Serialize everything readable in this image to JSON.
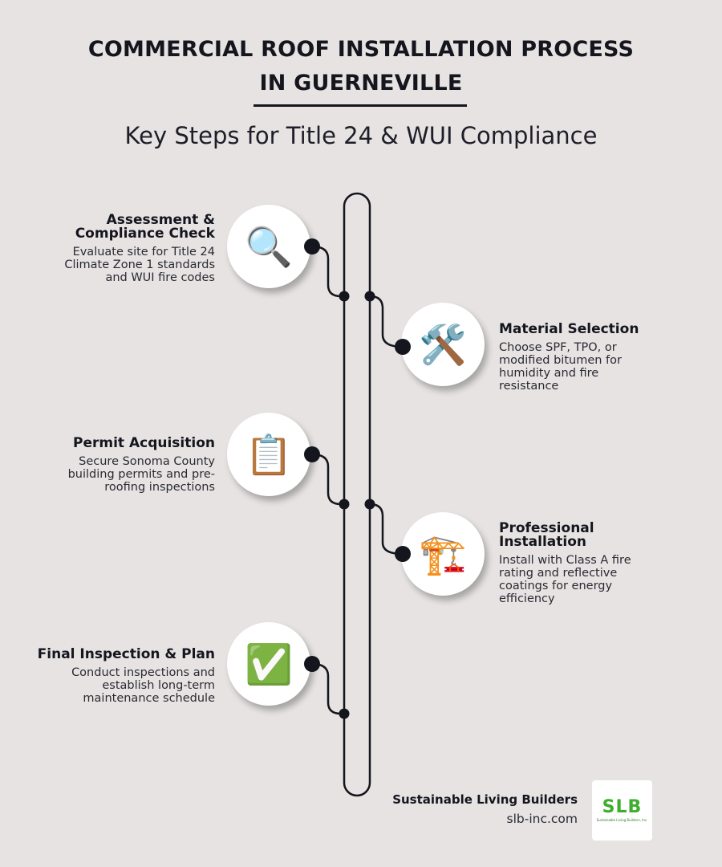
{
  "header": {
    "title_line1": "COMMERCIAL ROOF INSTALLATION PROCESS",
    "title_line2": "IN GUERNEVILLE",
    "subtitle": "Key Steps for Title 24 & WUI Compliance"
  },
  "steps": [
    {
      "title": "Assessment & Compliance Check",
      "description": "Evaluate site for Title 24 Climate Zone 1 standards and WUI fire codes",
      "icon": "magnifying-glass-icon",
      "glyph": "🔍",
      "side": "left"
    },
    {
      "title": "Material Selection",
      "description": "Choose SPF, TPO, or modified bitumen for humidity and fire resistance",
      "icon": "hammer-and-wrench-icon",
      "glyph": "🛠️",
      "side": "right"
    },
    {
      "title": "Permit Acquisition",
      "description": "Secure Sonoma County building permits and pre-roofing inspections",
      "icon": "clipboard-icon",
      "glyph": "📋",
      "side": "left"
    },
    {
      "title": "Professional Installation",
      "description": "Install with Class A fire rating and reflective coatings for energy efficiency",
      "icon": "construction-crane-icon",
      "glyph": "🏗️",
      "side": "right"
    },
    {
      "title": "Final Inspection & Plan",
      "description": "Conduct inspections and establish long-term maintenance schedule",
      "icon": "check-mark-icon",
      "glyph": "✅",
      "side": "left"
    }
  ],
  "footer": {
    "company": "Sustainable Living Builders",
    "website": "slb-inc.com",
    "logo_mark": "SLB",
    "logo_subtext": "Sustainable Living Builders, Inc."
  },
  "colors": {
    "background": "#e6e3e2",
    "ink": "#15151e",
    "logo_green": "#3cae2c"
  }
}
